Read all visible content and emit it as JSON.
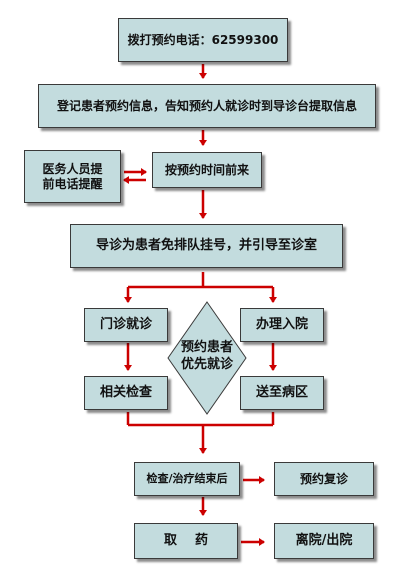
{
  "nodes": {
    "call": "拨打预约电话：62599300",
    "register": "登记患者预约信息，告知预约人就诊时到导诊台提取信息",
    "staff_remind_line1": "医务人员提",
    "staff_remind_line2": "前电话提醒",
    "arrive": "按预约时间前来",
    "guide": "导诊为患者免排队挂号，并引导至诊室",
    "outpatient": "门诊就诊",
    "admission": "办理入院",
    "priority_line1": "预约患者",
    "priority_line2": "优先就诊",
    "exams": "相关检查",
    "ward": "送至病区",
    "after_treatment": "检查/治疗结束后",
    "followup": "预约复诊",
    "medicine": "取    药",
    "discharge": "离院/出院"
  },
  "colors": {
    "box_fill": "#c3dcde",
    "arrow": "#cc0000"
  }
}
